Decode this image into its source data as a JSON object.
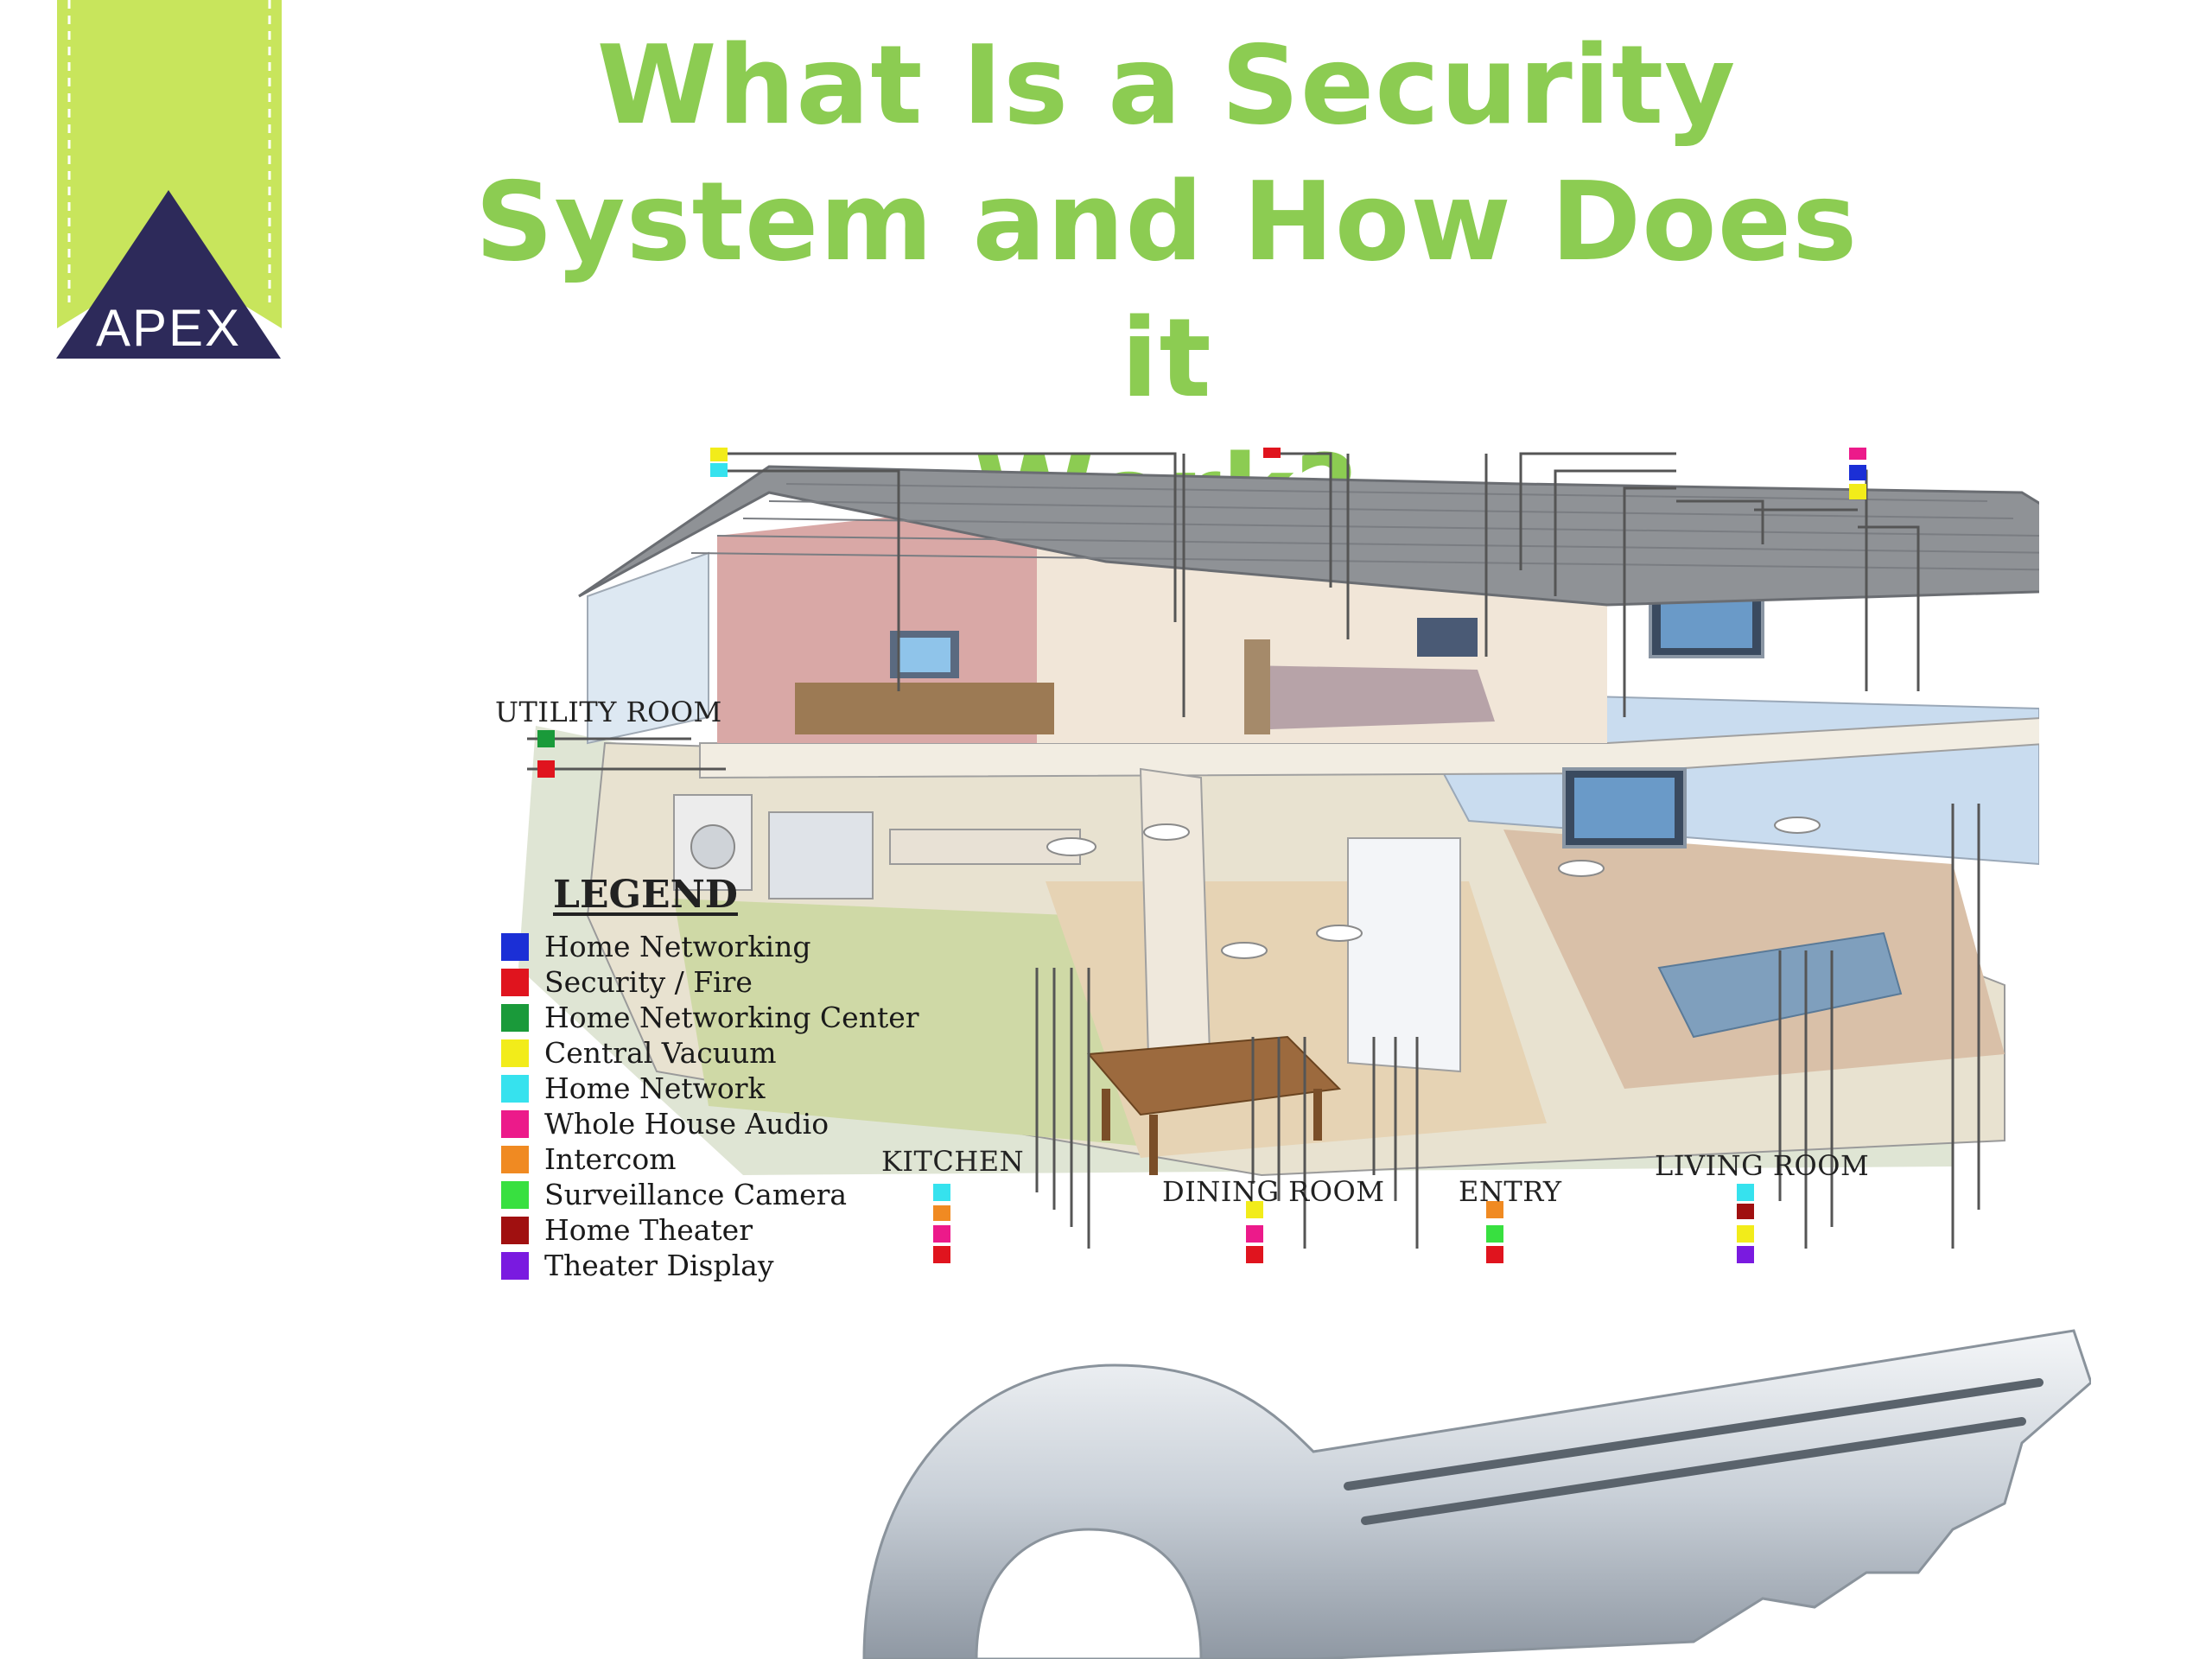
{
  "branding": {
    "logo_text": "APEX",
    "ribbon_color": "#c8e55c",
    "logo_color": "#2d2a5a"
  },
  "title": {
    "line1": "What Is a Security",
    "line2": "System and How Does it",
    "line3": "Work?",
    "color": "#8ccc52"
  },
  "rooms": {
    "utility": "UTILITY ROOM",
    "kitchen": "KITCHEN",
    "dining": "DINING ROOM",
    "entry": "ENTRY",
    "living": "LIVING ROOM"
  },
  "legend": {
    "title": "LEGEND",
    "items": [
      {
        "label": "Home Networking",
        "color": "#1b2fd6"
      },
      {
        "label": "Security / Fire",
        "color": "#e0141e"
      },
      {
        "label": "Home Networking Center",
        "color": "#1a9a3a"
      },
      {
        "label": "Central Vacuum",
        "color": "#f2ec1a"
      },
      {
        "label": "Home Network",
        "color": "#36e2ee"
      },
      {
        "label": "Whole House Audio",
        "color": "#ec1a8a"
      },
      {
        "label": "Intercom",
        "color": "#f08a22"
      },
      {
        "label": "Surveillance Camera",
        "color": "#38e040"
      },
      {
        "label": "Home Theater",
        "color": "#a01010"
      },
      {
        "label": "Theater Display",
        "color": "#7a1ae0"
      }
    ]
  }
}
